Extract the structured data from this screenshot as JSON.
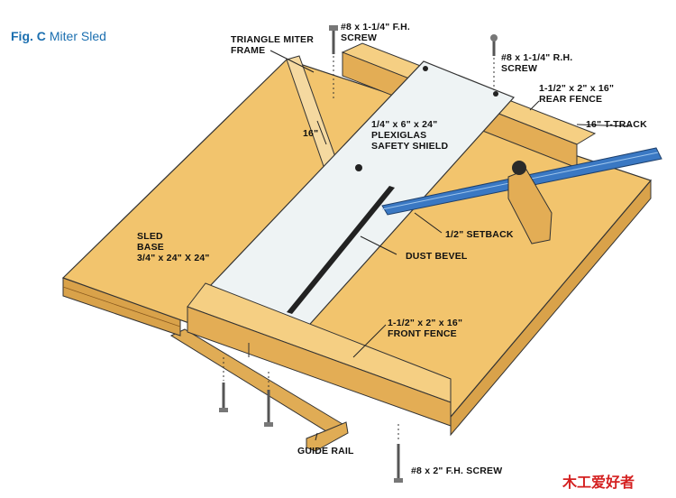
{
  "figure": {
    "number": "Fig. C",
    "title": "Miter Sled"
  },
  "labels": {
    "triangle_frame": "TRIANGLE MITER\nFRAME",
    "fh_screw_top": "#8 x 1-1/4\" F.H.\nSCREW",
    "rh_screw": "#8 x 1-1/4\" R.H.\nSCREW",
    "rear_fence": "1-1/2\" x 2\" x 16\"\nREAR FENCE",
    "t_track": "16\" T-TRACK",
    "dimension_16": "16\"",
    "plexiglas": "1/4\" x 6\" x 24\"\nPLEXIGLAS\nSAFETY SHIELD",
    "setback": "1/2\" SETBACK",
    "dust_bevel": "DUST BEVEL",
    "sled_base": "SLED\nBASE\n3/4\" x 24\" X 24\"",
    "front_fence": "1-1/2\" x 2\" x 16\"\nFRONT FENCE",
    "guide_rail": "GUIDE RAIL",
    "fh_screw_bottom": "#8 x 2\" F.H. SCREW"
  },
  "watermark": "木工爱好者",
  "colors": {
    "wood": "#f2c46d",
    "wood_dark": "#d9a24a",
    "wood_edge": "#c98d33",
    "plexi": "#eef3f4",
    "track": "#3a78c3",
    "title": "#1b6fb0",
    "watermark": "#d42020"
  }
}
